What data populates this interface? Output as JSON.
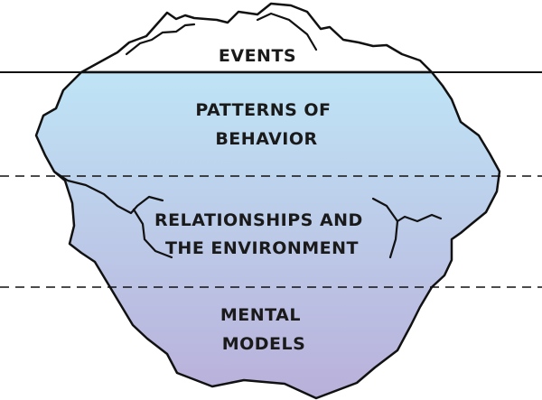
{
  "diagram": {
    "layers": [
      {
        "id": "events",
        "label_lines": [
          "EVENTS"
        ]
      },
      {
        "id": "patterns",
        "label_lines": [
          "PATTERNS OF",
          "BEHAVIOR"
        ]
      },
      {
        "id": "relationships",
        "label_lines": [
          "RELATIONSHIPS AND",
          "THE ENVIRONMENT"
        ]
      },
      {
        "id": "mental-models",
        "label_lines": [
          "MENTAL",
          "MODELS"
        ]
      }
    ],
    "colors": {
      "water_top": "#bfe4f6",
      "water_bottom": "#b9b0da",
      "outline": "#111111"
    }
  }
}
